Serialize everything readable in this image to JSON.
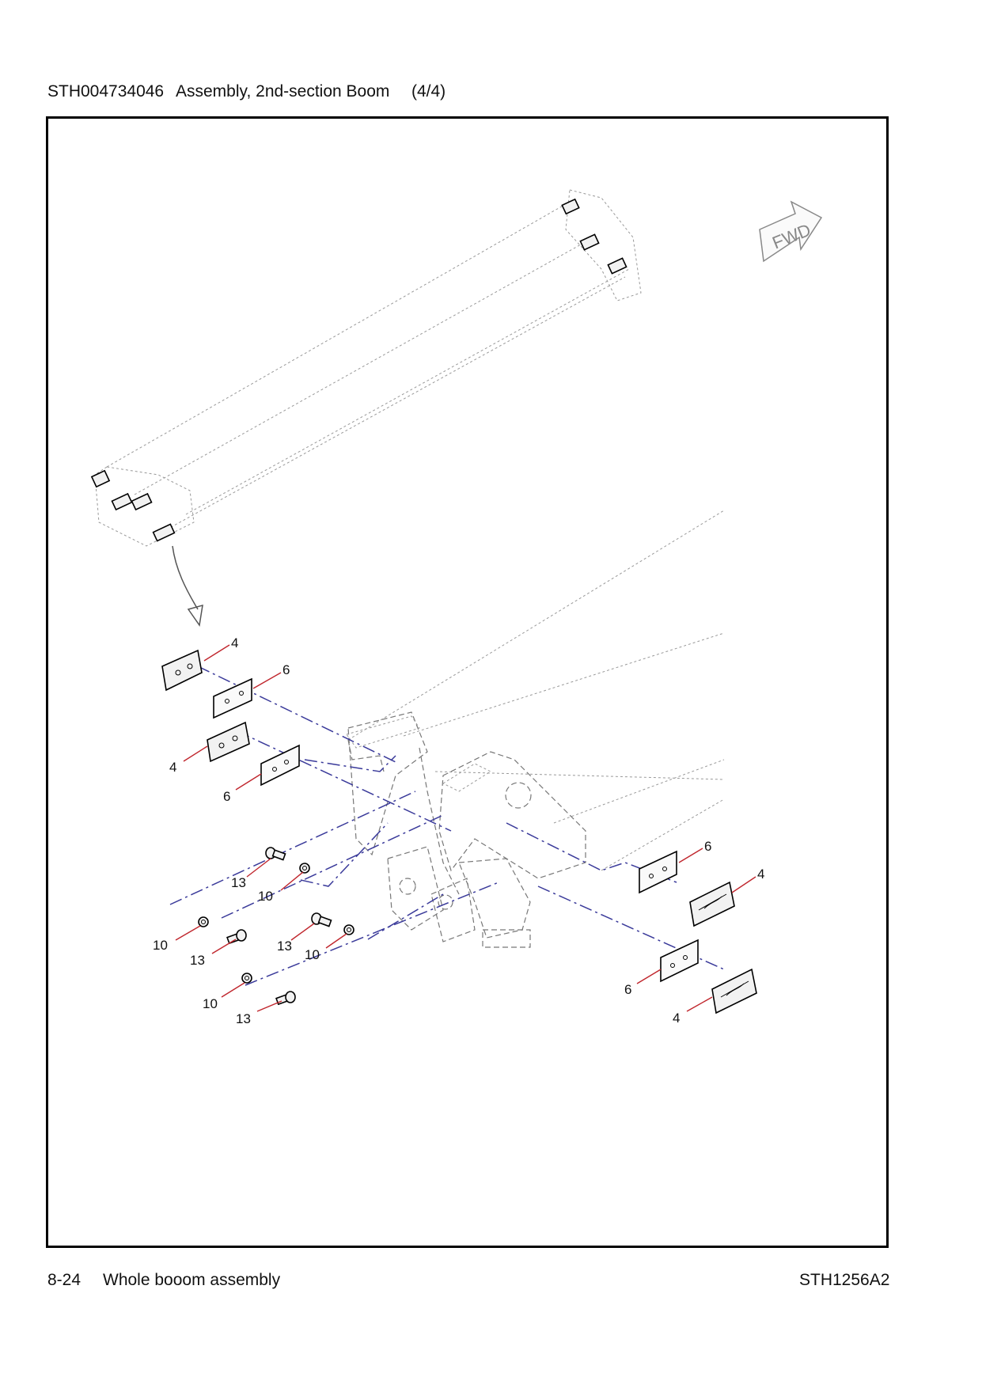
{
  "header": {
    "part_number": "STH004734046",
    "title": "Assembly, 2nd-section Boom",
    "page_fraction": "(4/4)"
  },
  "diagram": {
    "direction_label": "FWD",
    "callouts": {
      "pad_top_1": "4",
      "shim_top_1": "6",
      "pad_top_2": "4",
      "shim_top_2": "6",
      "shim_right_1": "6",
      "pad_right_1": "4",
      "shim_right_2": "6",
      "pad_right_2": "4",
      "bolt_a": "13",
      "washer_a": "10",
      "washer_b": "10",
      "bolt_b": "13",
      "bolt_c": "13",
      "washer_c": "10",
      "washer_d": "10",
      "bolt_d": "13"
    }
  },
  "footer": {
    "page_number": "8-24",
    "section": "Whole booom assembly",
    "reference": "STH1256A2"
  }
}
